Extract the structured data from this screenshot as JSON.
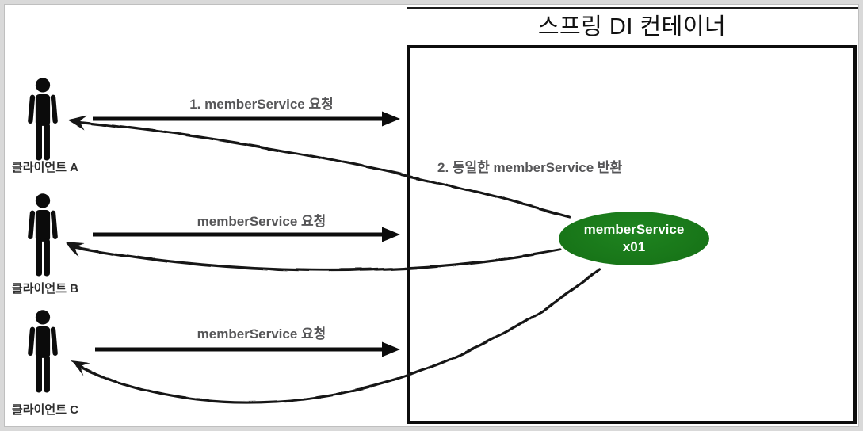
{
  "diagram": {
    "title": "스프링 DI 컨테이너",
    "bean": {
      "name": "memberService",
      "instance": "x01"
    },
    "labels": {
      "request_a": "1. memberService 요청",
      "request_b": "memberService 요청",
      "request_c": "memberService 요청",
      "return_note": "2. 동일한 memberService 반환"
    },
    "clients": [
      {
        "id": "A",
        "label": "클라이언트 A"
      },
      {
        "id": "B",
        "label": "클라이언트 B"
      },
      {
        "id": "C",
        "label": "클라이언트 C"
      }
    ],
    "icons": {
      "client": "person-icon"
    },
    "colors": {
      "bean_fill": "#1a7a1a",
      "bean_text": "#ffffff",
      "arrow_black": "#0c0c0c",
      "label_gray": "#58585a",
      "frame_gray": "#d9d9d9"
    }
  }
}
